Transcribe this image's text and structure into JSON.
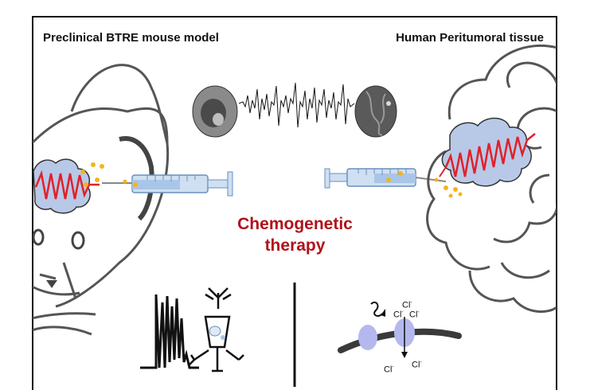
{
  "header": {
    "left_label": "Preclinical BTRE mouse model",
    "right_label": "Human Peritumoral tissue"
  },
  "center": {
    "line1": "Chemogenetic",
    "line2": "therapy"
  },
  "ions": {
    "ion_label": "Cl",
    "ion_charge": "-"
  },
  "colors": {
    "title_red": "#b0121b",
    "tumor_blue": "#b8c9e8",
    "signal_red": "#e2202a",
    "dot_yellow": "#f3b51c",
    "channel_lilac": "#b5b8ee",
    "outline_gray": "#555555"
  }
}
